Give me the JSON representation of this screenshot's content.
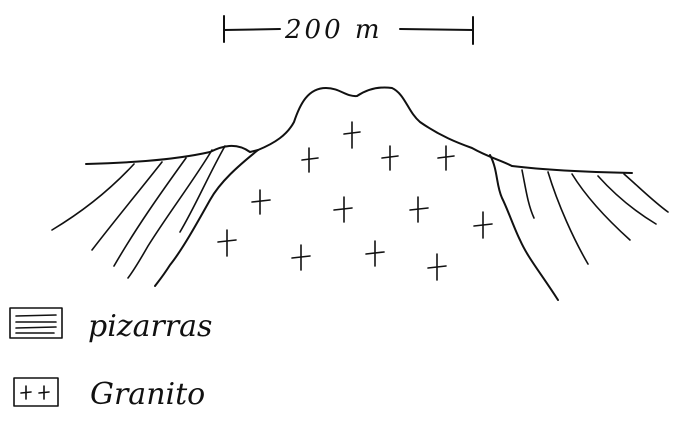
{
  "scale": {
    "label": "200 m"
  },
  "legend": {
    "items": [
      {
        "id": "pizarras",
        "label": "pizarras",
        "symbol": "horizontal-lines"
      },
      {
        "id": "granito",
        "label": "Granito",
        "symbol": "plus-signs"
      }
    ]
  },
  "colors": {
    "ink": "#111111",
    "background": "#ffffff"
  }
}
